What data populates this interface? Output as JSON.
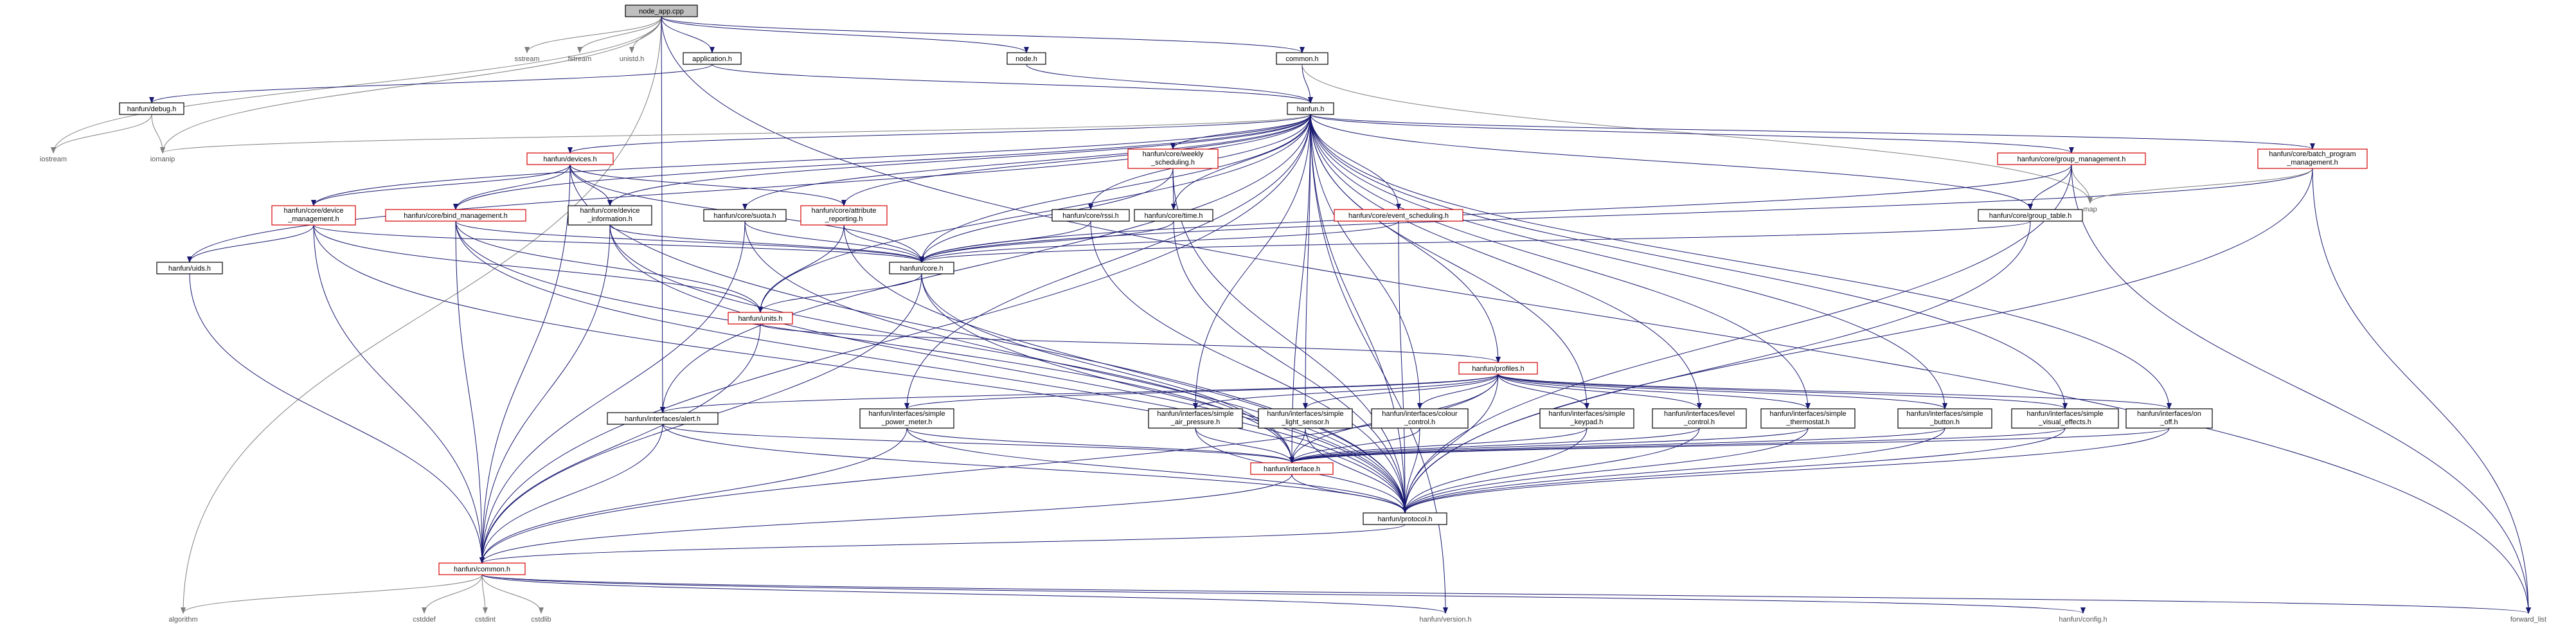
{
  "nodes": {
    "node_app_cpp": {
      "lines": [
        "node_app.cpp"
      ]
    },
    "sstream": {
      "lines": [
        "sstream"
      ]
    },
    "fstream": {
      "lines": [
        "fstream"
      ]
    },
    "unistd_h": {
      "lines": [
        "unistd.h"
      ]
    },
    "application_h": {
      "lines": [
        "application.h"
      ]
    },
    "node_h": {
      "lines": [
        "node.h"
      ]
    },
    "common_h": {
      "lines": [
        "common.h"
      ]
    },
    "hanfun_debug_h": {
      "lines": [
        "hanfun/debug.h"
      ]
    },
    "iostream": {
      "lines": [
        "iostream"
      ]
    },
    "iomanip": {
      "lines": [
        "iomanip"
      ]
    },
    "hanfun_h": {
      "lines": [
        "hanfun.h"
      ]
    },
    "devices_h": {
      "lines": [
        "hanfun/devices.h"
      ]
    },
    "weekly_scheduling_h": {
      "lines": [
        "hanfun/core/weekly",
        "_scheduling.h"
      ]
    },
    "group_management_h": {
      "lines": [
        "hanfun/core/group_management.h"
      ]
    },
    "batch_program_h": {
      "lines": [
        "hanfun/core/batch_program",
        "_management.h"
      ]
    },
    "map": {
      "lines": [
        "map"
      ]
    },
    "device_management_h": {
      "lines": [
        "hanfun/core/device",
        "_management.h"
      ]
    },
    "bind_management_h": {
      "lines": [
        "hanfun/core/bind_management.h"
      ]
    },
    "device_information_h": {
      "lines": [
        "hanfun/core/device",
        "_information.h"
      ]
    },
    "suota_h": {
      "lines": [
        "hanfun/core/suota.h"
      ]
    },
    "attribute_reporting_h": {
      "lines": [
        "hanfun/core/attribute",
        "_reporting.h"
      ]
    },
    "rssi_h": {
      "lines": [
        "hanfun/core/rssi.h"
      ]
    },
    "time_h": {
      "lines": [
        "hanfun/core/time.h"
      ]
    },
    "event_scheduling_h": {
      "lines": [
        "hanfun/core/event_scheduling.h"
      ]
    },
    "group_table_h": {
      "lines": [
        "hanfun/core/group_table.h"
      ]
    },
    "uids_h": {
      "lines": [
        "hanfun/uids.h"
      ]
    },
    "core_h": {
      "lines": [
        "hanfun/core.h"
      ]
    },
    "units_h": {
      "lines": [
        "hanfun/units.h"
      ]
    },
    "profiles_h": {
      "lines": [
        "hanfun/profiles.h"
      ]
    },
    "alert_h": {
      "lines": [
        "hanfun/interfaces/alert.h"
      ]
    },
    "simple_power_meter_h": {
      "lines": [
        "hanfun/interfaces/simple",
        "_power_meter.h"
      ]
    },
    "simple_air_pressure_h": {
      "lines": [
        "hanfun/interfaces/simple",
        "_air_pressure.h"
      ]
    },
    "simple_light_sensor_h": {
      "lines": [
        "hanfun/interfaces/simple",
        "_light_sensor.h"
      ]
    },
    "colour_control_h": {
      "lines": [
        "hanfun/interfaces/colour",
        "_control.h"
      ]
    },
    "simple_keypad_h": {
      "lines": [
        "hanfun/interfaces/simple",
        "_keypad.h"
      ]
    },
    "level_control_h": {
      "lines": [
        "hanfun/interfaces/level",
        "_control.h"
      ]
    },
    "simple_thermostat_h": {
      "lines": [
        "hanfun/interfaces/simple",
        "_thermostat.h"
      ]
    },
    "simple_button_h": {
      "lines": [
        "hanfun/interfaces/simple",
        "_button.h"
      ]
    },
    "simple_visual_effects_h": {
      "lines": [
        "hanfun/interfaces/simple",
        "_visual_effects.h"
      ]
    },
    "on_off_h": {
      "lines": [
        "hanfun/interfaces/on",
        "_off.h"
      ]
    },
    "interface_h": {
      "lines": [
        "hanfun/interface.h"
      ]
    },
    "protocol_h": {
      "lines": [
        "hanfun/protocol.h"
      ]
    },
    "hanfun_common_h": {
      "lines": [
        "hanfun/common.h"
      ]
    },
    "algorithm": {
      "lines": [
        "algorithm"
      ]
    },
    "cstddef": {
      "lines": [
        "cstddef"
      ]
    },
    "cstdint": {
      "lines": [
        "cstdint"
      ]
    },
    "cstdlib": {
      "lines": [
        "cstdlib"
      ]
    },
    "version_h": {
      "lines": [
        "hanfun/version.h"
      ]
    },
    "config_h": {
      "lines": [
        "hanfun/config.h"
      ]
    },
    "forward_list": {
      "lines": [
        "forward_list"
      ]
    }
  }
}
